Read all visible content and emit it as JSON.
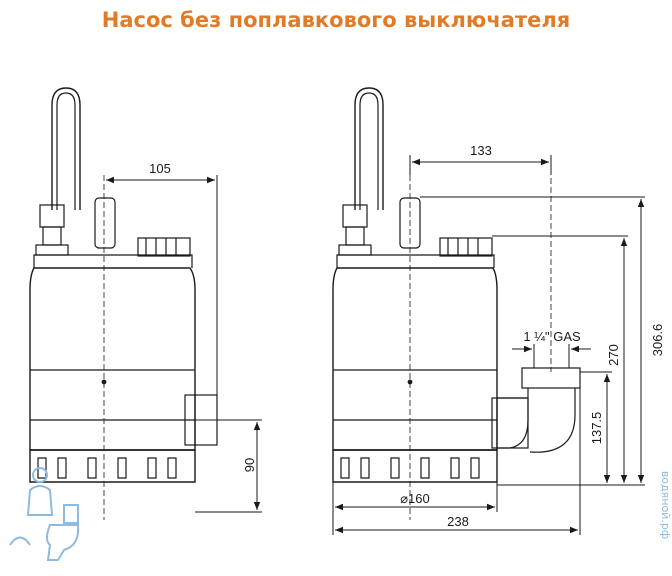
{
  "title": "Насос без поплавкового выключателя",
  "colors": {
    "title": "#e07b28",
    "line": "#1a1a1a",
    "watermark": "#8fbbe0"
  },
  "left_view": {
    "dim_width": "105",
    "dim_outlet_height": "90"
  },
  "right_view": {
    "dim_outlet_offset": "133",
    "thread_label": "1 ¼\" GAS",
    "dim_outlet_center": "137.5",
    "dim_outlet_top": "270",
    "dim_total_height": "306.6",
    "dim_diameter": "⌀160",
    "dim_total_width": "238"
  },
  "watermark": {
    "text": "водяной.рф",
    "icon": "plumber-toilet-logo"
  }
}
